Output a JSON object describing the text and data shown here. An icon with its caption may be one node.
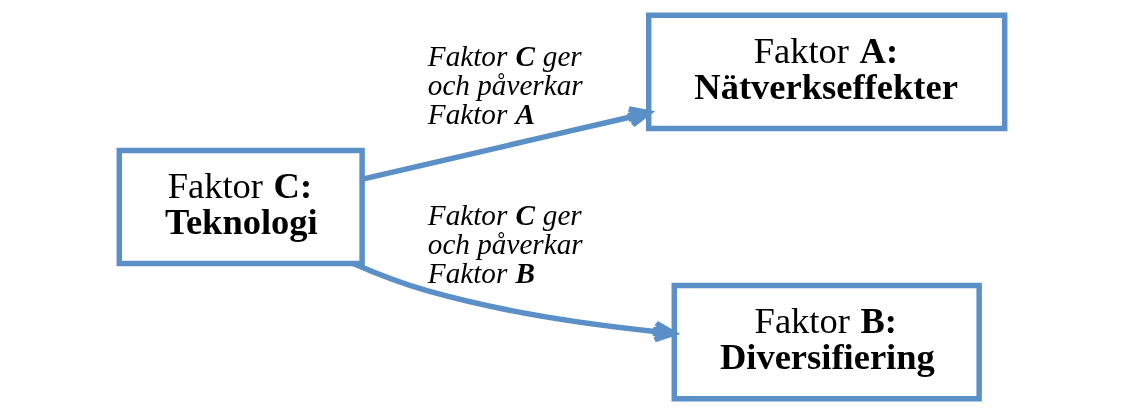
{
  "diagram": {
    "nodes": [
      {
        "text": [
          "Faktor **C:**",
          "Teknologi"
        ]
      },
      {
        "text": [
          "Faktor **A:**",
          "Nätverkseffekter"
        ]
      },
      {
        "text": [
          "Faktor **B:**",
          "Diversifiering"
        ]
      }
    ],
    "edges": [
      {
        "from": 0,
        "to": 1,
        "arrow": "to",
        "label": "Faktor **C** ger och påverkar Faktor **A**"
      },
      {
        "from": 0,
        "to": 2,
        "arrow": "to",
        "label": "Faktor **C** ger och påverkar Faktor **B**"
      }
    ]
  }
}
